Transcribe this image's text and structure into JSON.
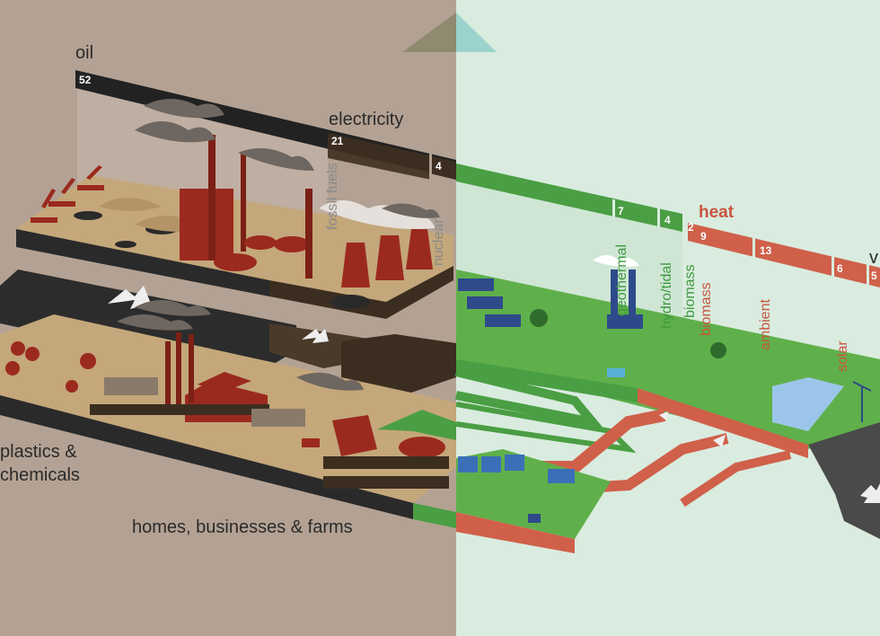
{
  "colors": {
    "left_bg": "#b3a294",
    "right_bg": "#d9ecdf",
    "oil_band": "#222222",
    "electricity_band": "#3b2e20",
    "green_band": "#4a9e43",
    "heat_band": "#d0604a",
    "factory_red": "#9b2a1e",
    "ground_tan": "#c4a77a",
    "grass_green": "#5fb04a",
    "road_dark": "#2c2c2c"
  },
  "labels": {
    "oil": "oil",
    "oil_value": "52",
    "electricity": "electricity",
    "electricity_value": "21",
    "electricity_value_2": "4",
    "fossil_fuels": "fossil fuels",
    "nuclear": "nuclear",
    "geothermal_value": "7",
    "geothermal": "geothermal",
    "hydro_value": "4",
    "hydro_tidal": "hydro/tidal",
    "biomass_green_value": "2",
    "biomass_green": "biomass",
    "heat": "heat",
    "heat_value": "9",
    "biomass_heat": "biomass",
    "ambient_value": "13",
    "ambient": "ambient",
    "solar_value": "6",
    "solar": "solar",
    "right_edge_value": "5",
    "right_edge_letter": "v",
    "plastics": "plastics &",
    "chemicals": "chemicals",
    "homes": "homes, businesses & farms"
  },
  "icons": [
    "oil-pump-icon",
    "refinery-icon",
    "smokestack-icon",
    "cooling-tower-icon",
    "factory-icon",
    "truck-icon",
    "storage-tank-icon",
    "solar-panel-icon",
    "wind-turbine-icon",
    "house-icon",
    "tree-icon",
    "tractor-icon"
  ]
}
